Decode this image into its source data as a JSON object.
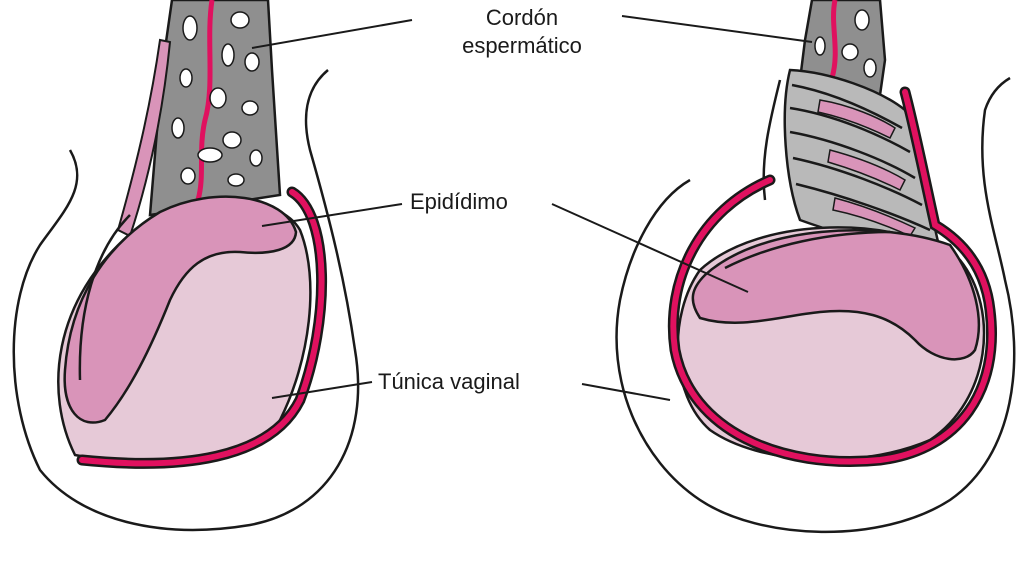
{
  "labels": {
    "cord_line1": "Cordón",
    "cord_line2": "espermático",
    "epididymis": "Epidídimo",
    "tunica": "Túnica vaginal"
  },
  "colors": {
    "outline": "#1a1a1a",
    "tunica": "#e0115f",
    "epididymis": "#d994b9",
    "testis": "#e6c9d7",
    "cord": "#8f8f8f",
    "cord_twist": "#b9b9b9"
  }
}
